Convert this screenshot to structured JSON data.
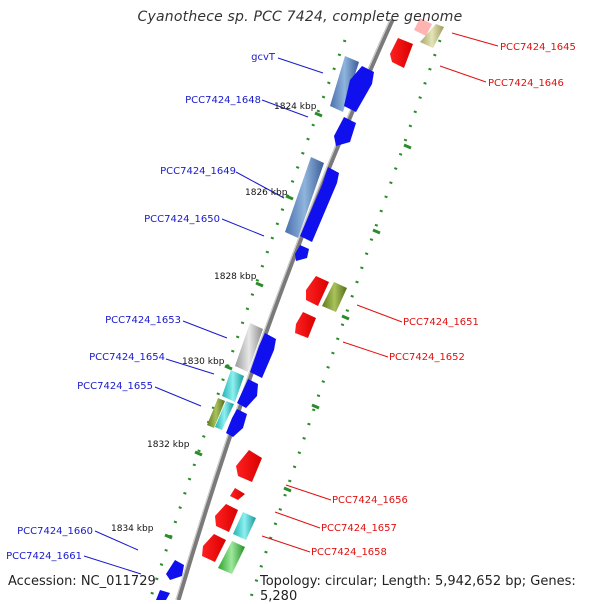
{
  "title": "Cyanothece sp. PCC 7424, complete genome",
  "accession": "Accession: NC_011729",
  "topology": "Topology: circular; Length: 5,942,652 bp; Genes: 5,280",
  "colors": {
    "backbone": "#8c8c8c",
    "tick_dot": "#2a8c2a",
    "plus_label": "#1a1acc",
    "minus_label": "#e01010",
    "cds": "#1010ee",
    "red_cds": "#ee1010"
  },
  "ruler_labels": [
    {
      "id": "kbp-1824",
      "text": "1824 kbp"
    },
    {
      "id": "kbp-1826",
      "text": "1826 kbp"
    },
    {
      "id": "kbp-1828",
      "text": "1828 kbp"
    },
    {
      "id": "kbp-1830",
      "text": "1830 kbp"
    },
    {
      "id": "kbp-1832",
      "text": "1832 kbp"
    },
    {
      "id": "kbp-1834",
      "text": "1834 kbp"
    }
  ],
  "gene_labels_plus": [
    {
      "id": "gcvT",
      "text": "gcvT"
    },
    {
      "id": "PCC7424_1648",
      "text": "PCC7424_1648"
    },
    {
      "id": "PCC7424_1649",
      "text": "PCC7424_1649"
    },
    {
      "id": "PCC7424_1650",
      "text": "PCC7424_1650"
    },
    {
      "id": "PCC7424_1653",
      "text": "PCC7424_1653"
    },
    {
      "id": "PCC7424_1654",
      "text": "PCC7424_1654"
    },
    {
      "id": "PCC7424_1655",
      "text": "PCC7424_1655"
    },
    {
      "id": "PCC7424_1660",
      "text": "PCC7424_1660"
    },
    {
      "id": "PCC7424_1661",
      "text": "PCC7424_1661"
    }
  ],
  "gene_labels_minus": [
    {
      "id": "PCC7424_1645",
      "text": "PCC7424_1645"
    },
    {
      "id": "PCC7424_1646",
      "text": "PCC7424_1646"
    },
    {
      "id": "PCC7424_1651",
      "text": "PCC7424_1651"
    },
    {
      "id": "PCC7424_1652",
      "text": "PCC7424_1652"
    },
    {
      "id": "PCC7424_1656",
      "text": "PCC7424_1656"
    },
    {
      "id": "PCC7424_1657",
      "text": "PCC7424_1657"
    },
    {
      "id": "PCC7424_1658",
      "text": "PCC7424_1658"
    }
  ]
}
